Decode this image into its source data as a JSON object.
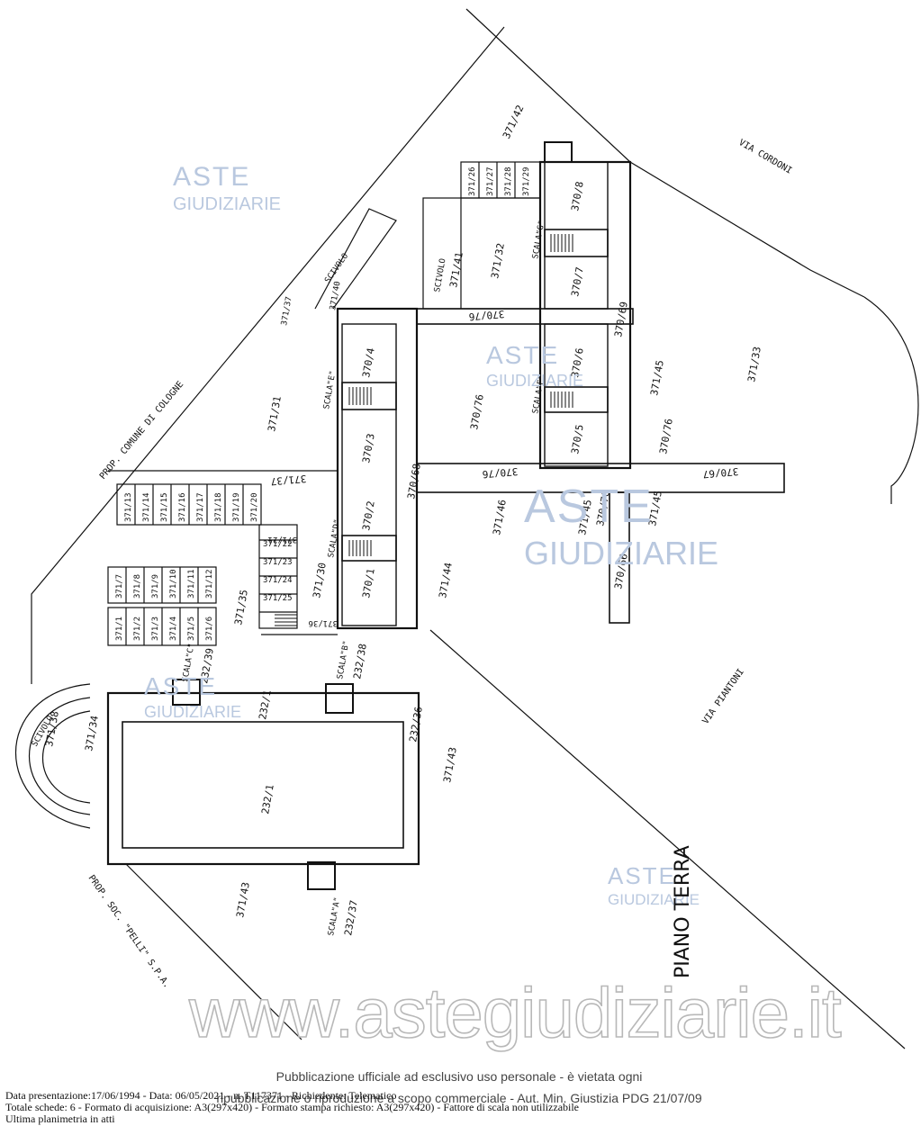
{
  "plan": {
    "roads": {
      "via_cordoni": "VIA CORDONI",
      "via_piantoni": "VIA PIANTONI",
      "prop_comune": "PROP. COMUNE DI COLOGNE",
      "prop_soc": "PROP. SOC. \"PELLI\" S.P.A."
    },
    "title": "PIANO TERRA",
    "stairs": {
      "a": "SCALA\"A\"",
      "b": "SCALA\"B\"",
      "c": "SCALA\"C\"",
      "d": "SCALA\"D\"",
      "e": "SCALA\"E\"",
      "f": "SCALA\"F\"",
      "g": "SCALA\"G\""
    },
    "ramps": {
      "r1": "SCIVOLO",
      "r2": "SCIVOLO",
      "r3": "SCIVOLO"
    },
    "labels": {
      "l371_42": "371/42",
      "l371_26": "371/26",
      "l371_27": "371/27",
      "l371_28": "371/28",
      "l371_29": "371/29",
      "l370_8": "370/8",
      "l371_41": "371/41",
      "l371_32": "371/32",
      "l370_7": "370/7",
      "l371_40": "371/40",
      "l371_37a": "371/37",
      "l370_76a": "370/76",
      "l370_69": "370/69",
      "l371_33": "371/33",
      "l370_4": "370/4",
      "l371_31": "371/31",
      "l370_6": "370/6",
      "l371_45a": "371/45",
      "l370_76b": "370/76",
      "l370_3": "370/3",
      "l370_5": "370/5",
      "l370_76c": "370/76",
      "l371_37b": "371/37",
      "l370_68": "370/68",
      "l370_76d": "370/76",
      "l370_67": "370/67",
      "l371_13": "371/13",
      "l371_14": "371/14",
      "l371_15": "371/15",
      "l371_16": "371/16",
      "l371_17": "371/17",
      "l371_18": "371/18",
      "l371_19": "371/19",
      "l371_20": "371/20",
      "l370_2": "370/2",
      "l371_46": "371/46",
      "l371_45b": "371/45",
      "l370_76e": "370/76",
      "l371_45c": "371/45",
      "l371_21": "371/21",
      "l371_22": "371/22",
      "l371_23": "371/23",
      "l371_24": "371/24",
      "l371_25": "371/25",
      "l371_30": "371/30",
      "l370_1": "370/1",
      "l371_44": "371/44",
      "l370_66": "370/66",
      "l371_7": "371/7",
      "l371_8": "371/8",
      "l371_9": "371/9",
      "l371_10": "371/10",
      "l371_11": "371/11",
      "l371_12": "371/12",
      "l371_35": "371/35",
      "l371_1": "371/1",
      "l371_2": "371/2",
      "l371_3": "371/3",
      "l371_4": "371/4",
      "l371_5": "371/5",
      "l371_6": "371/6",
      "l371_36": "371/36",
      "l232_39": "232/39",
      "l232_38": "232/38",
      "l232_1a": "232/1",
      "l371_38": "371/38",
      "l371_34": "371/34",
      "l232_36": "232/36",
      "l371_43a": "371/43",
      "l232_1b": "232/1",
      "l371_43b": "371/43",
      "l232_37": "232/37"
    }
  },
  "watermark": {
    "logo_top": "ASTE",
    "logo_bottom": "GIUDIZIARIE",
    "site": "www.astegiudiziarie.it"
  },
  "publication": {
    "line1": "Pubblicazione ufficiale ad esclusivo uso personale - è vietata ogni",
    "line2": "ripubblicazione o riproduzione a scopo commerciale - Aut. Min. Giustizia PDG 21/07/09"
  },
  "footer": {
    "line1": "Data presentazione:17/06/1994 - Data: 06/05/2021 - n. T117371 - Richiedente: Telematico",
    "line2": "Totale schede: 6 - Formato di acquisizione: A3(297x420) - Formato stampa richiesto: A3(297x420) - Fattore di scala non utilizzabile",
    "line3": "Ultima planimetria in atti"
  }
}
